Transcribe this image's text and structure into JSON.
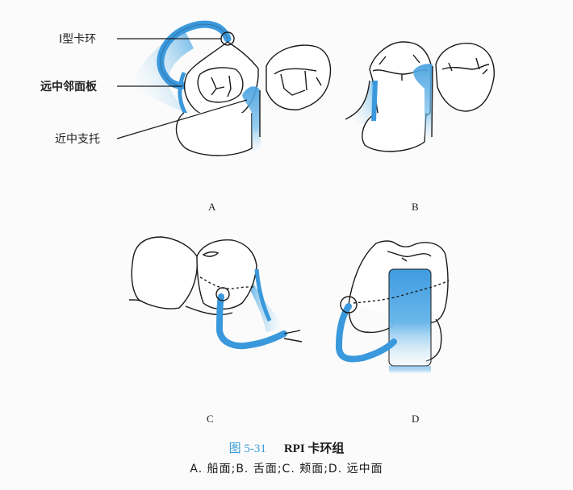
{
  "colors": {
    "background": "#fbfbfb",
    "clasp_blue": "#4aa3e0",
    "clasp_light": "#a9d6f3",
    "outline": "#1a1a1a",
    "figure_number_blue": "#3a9ad9"
  },
  "panel_a": {
    "letter": "A",
    "labels": {
      "i_bar_clasp": "Ⅰ型卡环",
      "distal_proximal_plate": "远中邻面板",
      "mesial_rest": "近中支托"
    }
  },
  "panel_b": {
    "letter": "B"
  },
  "panel_c": {
    "letter": "C"
  },
  "panel_d": {
    "letter": "D"
  },
  "caption": {
    "figure_number": "图 5-31",
    "title": "RPI 卡环组",
    "subtitle": "A. 船面;B. 舌面;C. 颊面;D. 远中面"
  }
}
